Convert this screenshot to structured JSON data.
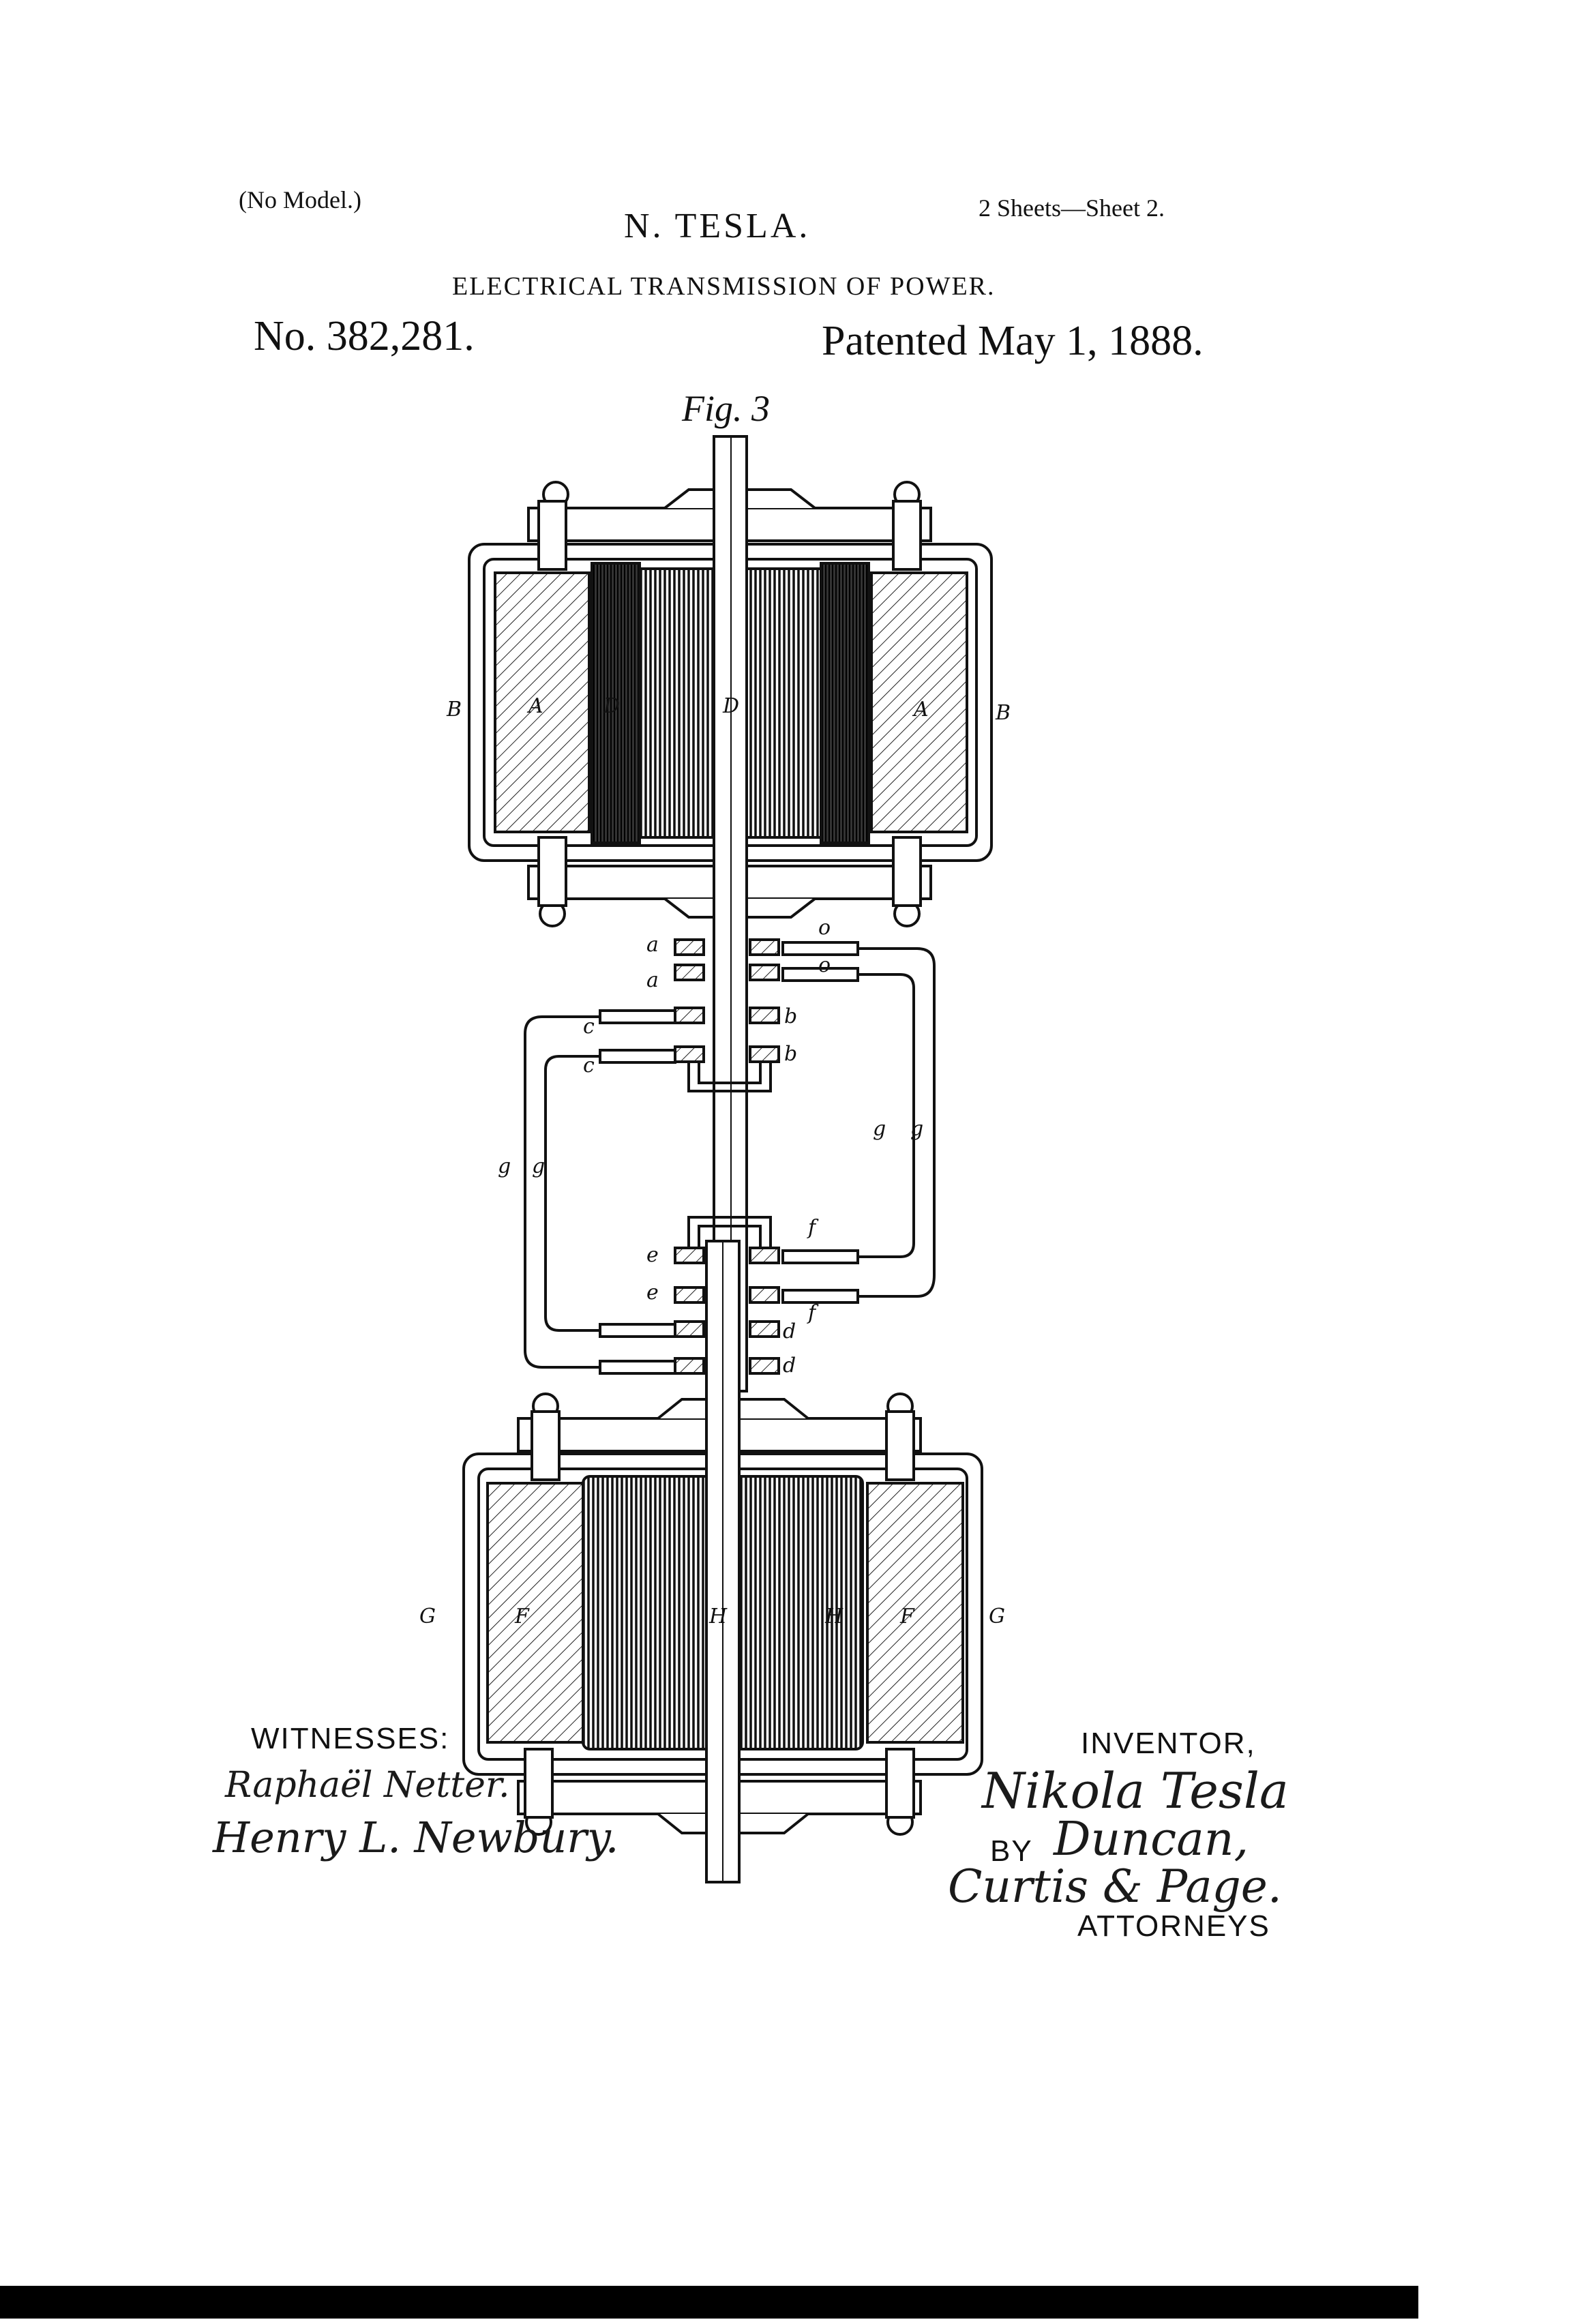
{
  "header": {
    "no_model": "(No Model.)",
    "sheet": "2 Sheets—Sheet 2.",
    "inventor_name": "N. TESLA.",
    "title": "ELECTRICAL TRANSMISSION OF POWER.",
    "patent_number": "No. 382,281.",
    "patented_date": "Patented May 1, 1888."
  },
  "figure": {
    "label": "Fig. 3",
    "part_labels": {
      "A": "A",
      "B": "B",
      "D": "D",
      "F": "F",
      "G": "G",
      "H": "H",
      "a": "a",
      "b": "b",
      "c": "c",
      "d": "d",
      "e": "e",
      "f": "f",
      "g": "g",
      "o": "o"
    }
  },
  "footer": {
    "witnesses_label": "WITNESSES:",
    "witness_1": "Raphaël Netter.",
    "witness_2": "Henry L. Newbury.",
    "inventor_label": "INVENTOR,",
    "inventor_signature": "Nikola Tesla",
    "by_label": "BY",
    "attorney_sig_1": "Duncan,",
    "attorney_sig_2": "Curtis & Page.",
    "attorneys_label": "ATTORNEYS"
  }
}
